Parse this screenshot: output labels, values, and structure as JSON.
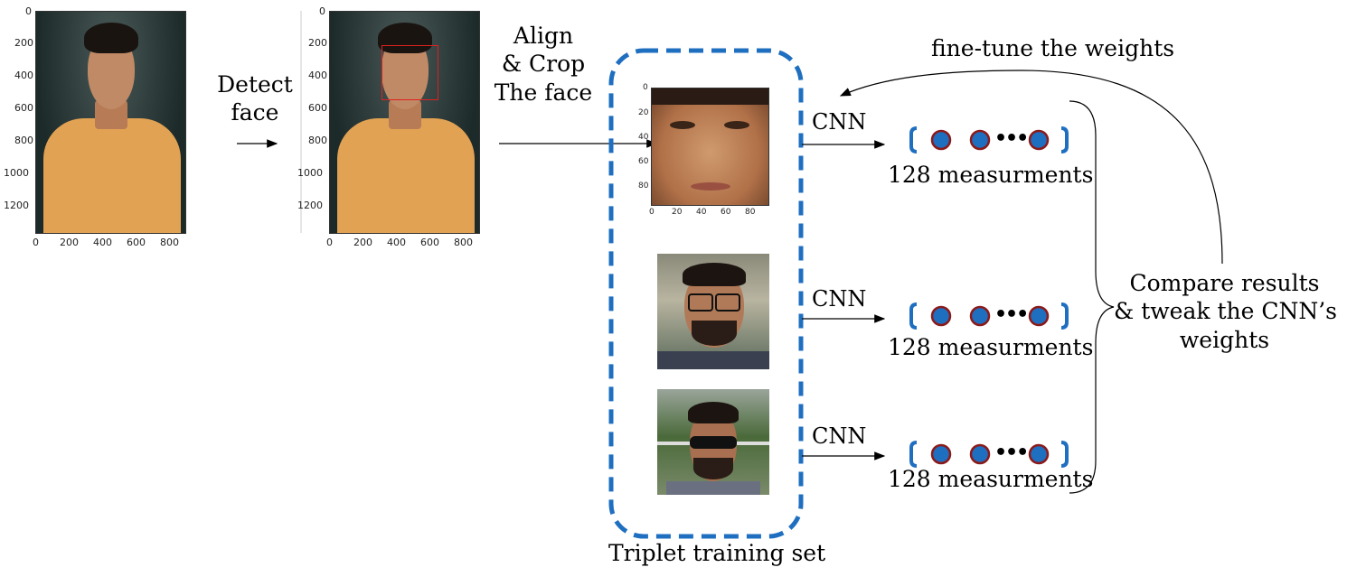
{
  "steps": {
    "detect_label": [
      "Detect",
      "face"
    ],
    "align_label": [
      "Align",
      "& Crop",
      "The face"
    ]
  },
  "plot1": {
    "y_ticks": [
      "0",
      "200",
      "400",
      "600",
      "800",
      "1000",
      "1200"
    ],
    "x_ticks": [
      "0",
      "200",
      "400",
      "600",
      "800"
    ]
  },
  "plot2": {
    "y_ticks": [
      "0",
      "200",
      "400",
      "600",
      "800",
      "1000",
      "1200"
    ],
    "x_ticks": [
      "0",
      "200",
      "400",
      "600",
      "800"
    ]
  },
  "plot3": {
    "y_ticks": [
      "0",
      "20",
      "40",
      "60",
      "80"
    ],
    "x_ticks": [
      "0",
      "20",
      "40",
      "60",
      "80"
    ]
  },
  "triplet": {
    "caption": "Triplet training set"
  },
  "rows": [
    {
      "cnn_label": "CNN",
      "measure_label": "128 measurments",
      "ellipsis": "•••"
    },
    {
      "cnn_label": "CNN",
      "measure_label": "128 measurments",
      "ellipsis": "•••"
    },
    {
      "cnn_label": "CNN",
      "measure_label": "128 measurments",
      "ellipsis": "•••"
    }
  ],
  "feedback": {
    "finetune_label": "fine-tune the weights",
    "compare_label": [
      "Compare results",
      "& tweak the CNN’s",
      "weights"
    ]
  },
  "colors": {
    "accent_blue": "#1f6fc0",
    "dot_fill": "#1f6fc0",
    "dot_stroke": "#8b1a1a",
    "bbox_red": "#e02020",
    "shirt": "#e0a050"
  }
}
